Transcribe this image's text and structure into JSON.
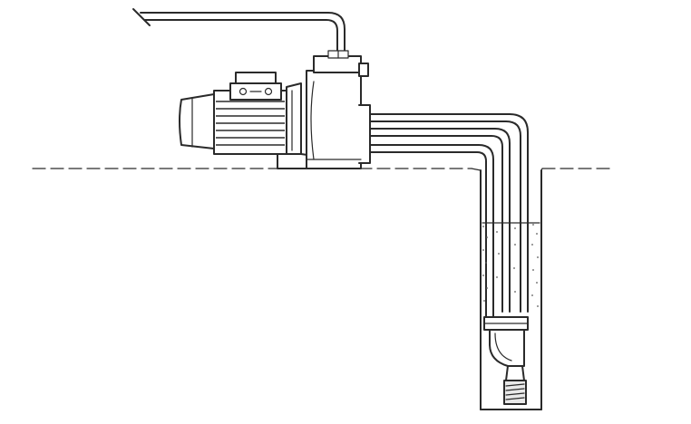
{
  "diagram": {
    "subject": "surface-motor-deep-well-jet-pump-installation",
    "components": [
      "electric-motor",
      "pump-casing",
      "discharge-pipe",
      "suction-and-pressure-pipes",
      "well-casing",
      "ejector-assembly",
      "ground-line"
    ],
    "ink_color": "#2a2a2a",
    "background_color": "#ffffff"
  }
}
